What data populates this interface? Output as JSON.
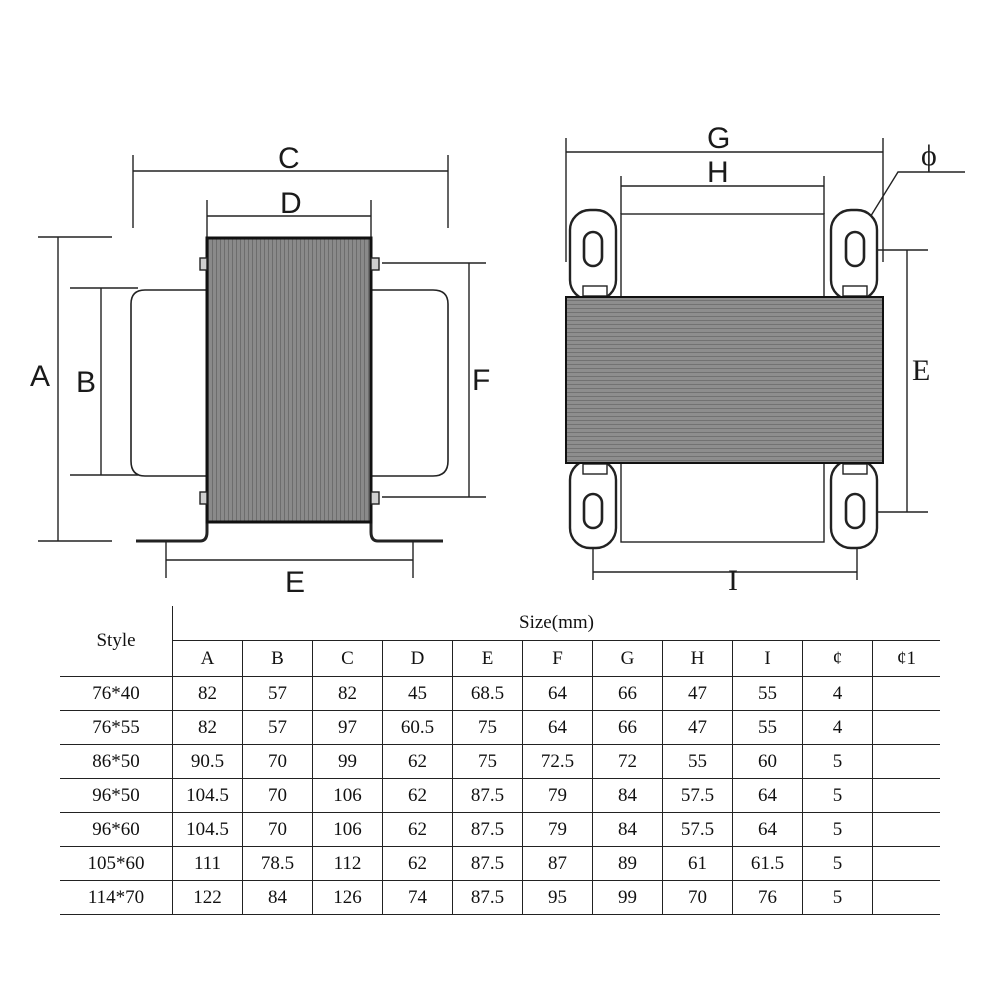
{
  "front_view": {
    "labels": {
      "a": "A",
      "b": "B",
      "c": "C",
      "d": "D",
      "e": "E",
      "f": "F"
    }
  },
  "side_view": {
    "labels": {
      "g": "G",
      "h": "H",
      "phi": "ϕ",
      "e": "E",
      "i": "I"
    }
  },
  "table": {
    "style_header": "Style",
    "size_header": "Size(mm)",
    "columns": [
      "A",
      "B",
      "C",
      "D",
      "E",
      "F",
      "G",
      "H",
      "I",
      "¢",
      "¢1"
    ],
    "rows": [
      {
        "style": "76*40",
        "values": [
          "82",
          "57",
          "82",
          "45",
          "68.5",
          "64",
          "66",
          "47",
          "55",
          "4",
          ""
        ]
      },
      {
        "style": "76*55",
        "values": [
          "82",
          "57",
          "97",
          "60.5",
          "75",
          "64",
          "66",
          "47",
          "55",
          "4",
          ""
        ]
      },
      {
        "style": "86*50",
        "values": [
          "90.5",
          "70",
          "99",
          "62",
          "75",
          "72.5",
          "72",
          "55",
          "60",
          "5",
          ""
        ]
      },
      {
        "style": "96*50",
        "values": [
          "104.5",
          "70",
          "106",
          "62",
          "87.5",
          "79",
          "84",
          "57.5",
          "64",
          "5",
          ""
        ]
      },
      {
        "style": "96*60",
        "values": [
          "104.5",
          "70",
          "106",
          "62",
          "87.5",
          "79",
          "84",
          "57.5",
          "64",
          "5",
          ""
        ]
      },
      {
        "style": "105*60",
        "values": [
          "111",
          "78.5",
          "112",
          "62",
          "87.5",
          "87",
          "89",
          "61",
          "61.5",
          "5",
          ""
        ]
      },
      {
        "style": "114*70",
        "values": [
          "122",
          "84",
          "126",
          "74",
          "87.5",
          "95",
          "99",
          "70",
          "76",
          "5",
          ""
        ]
      }
    ]
  }
}
